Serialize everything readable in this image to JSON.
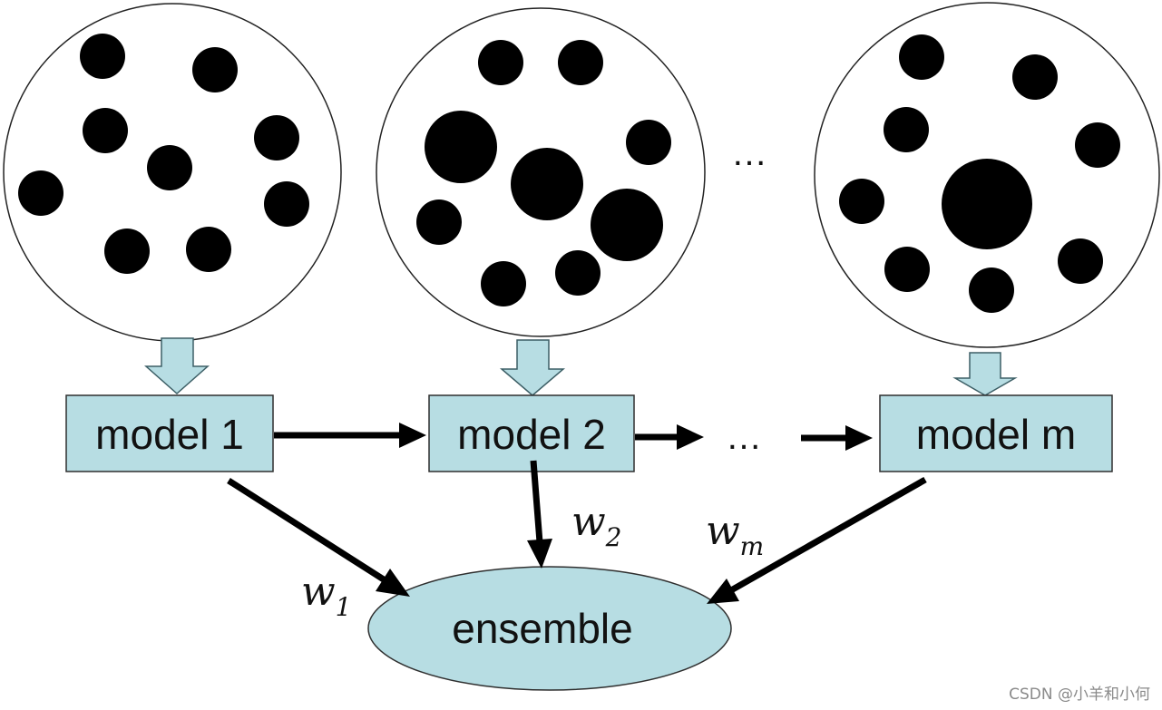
{
  "models": [
    {
      "label": "model 1"
    },
    {
      "label": "model 2"
    },
    {
      "label": "model m"
    }
  ],
  "ensemble": {
    "label": "ensemble"
  },
  "weights": [
    {
      "base": "w",
      "sub": "1"
    },
    {
      "base": "w",
      "sub": "2"
    },
    {
      "base": "w",
      "sub": "m"
    }
  ],
  "ellipsis_top": "…",
  "ellipsis_middle": "…",
  "watermark": "CSDN @小羊和小何"
}
